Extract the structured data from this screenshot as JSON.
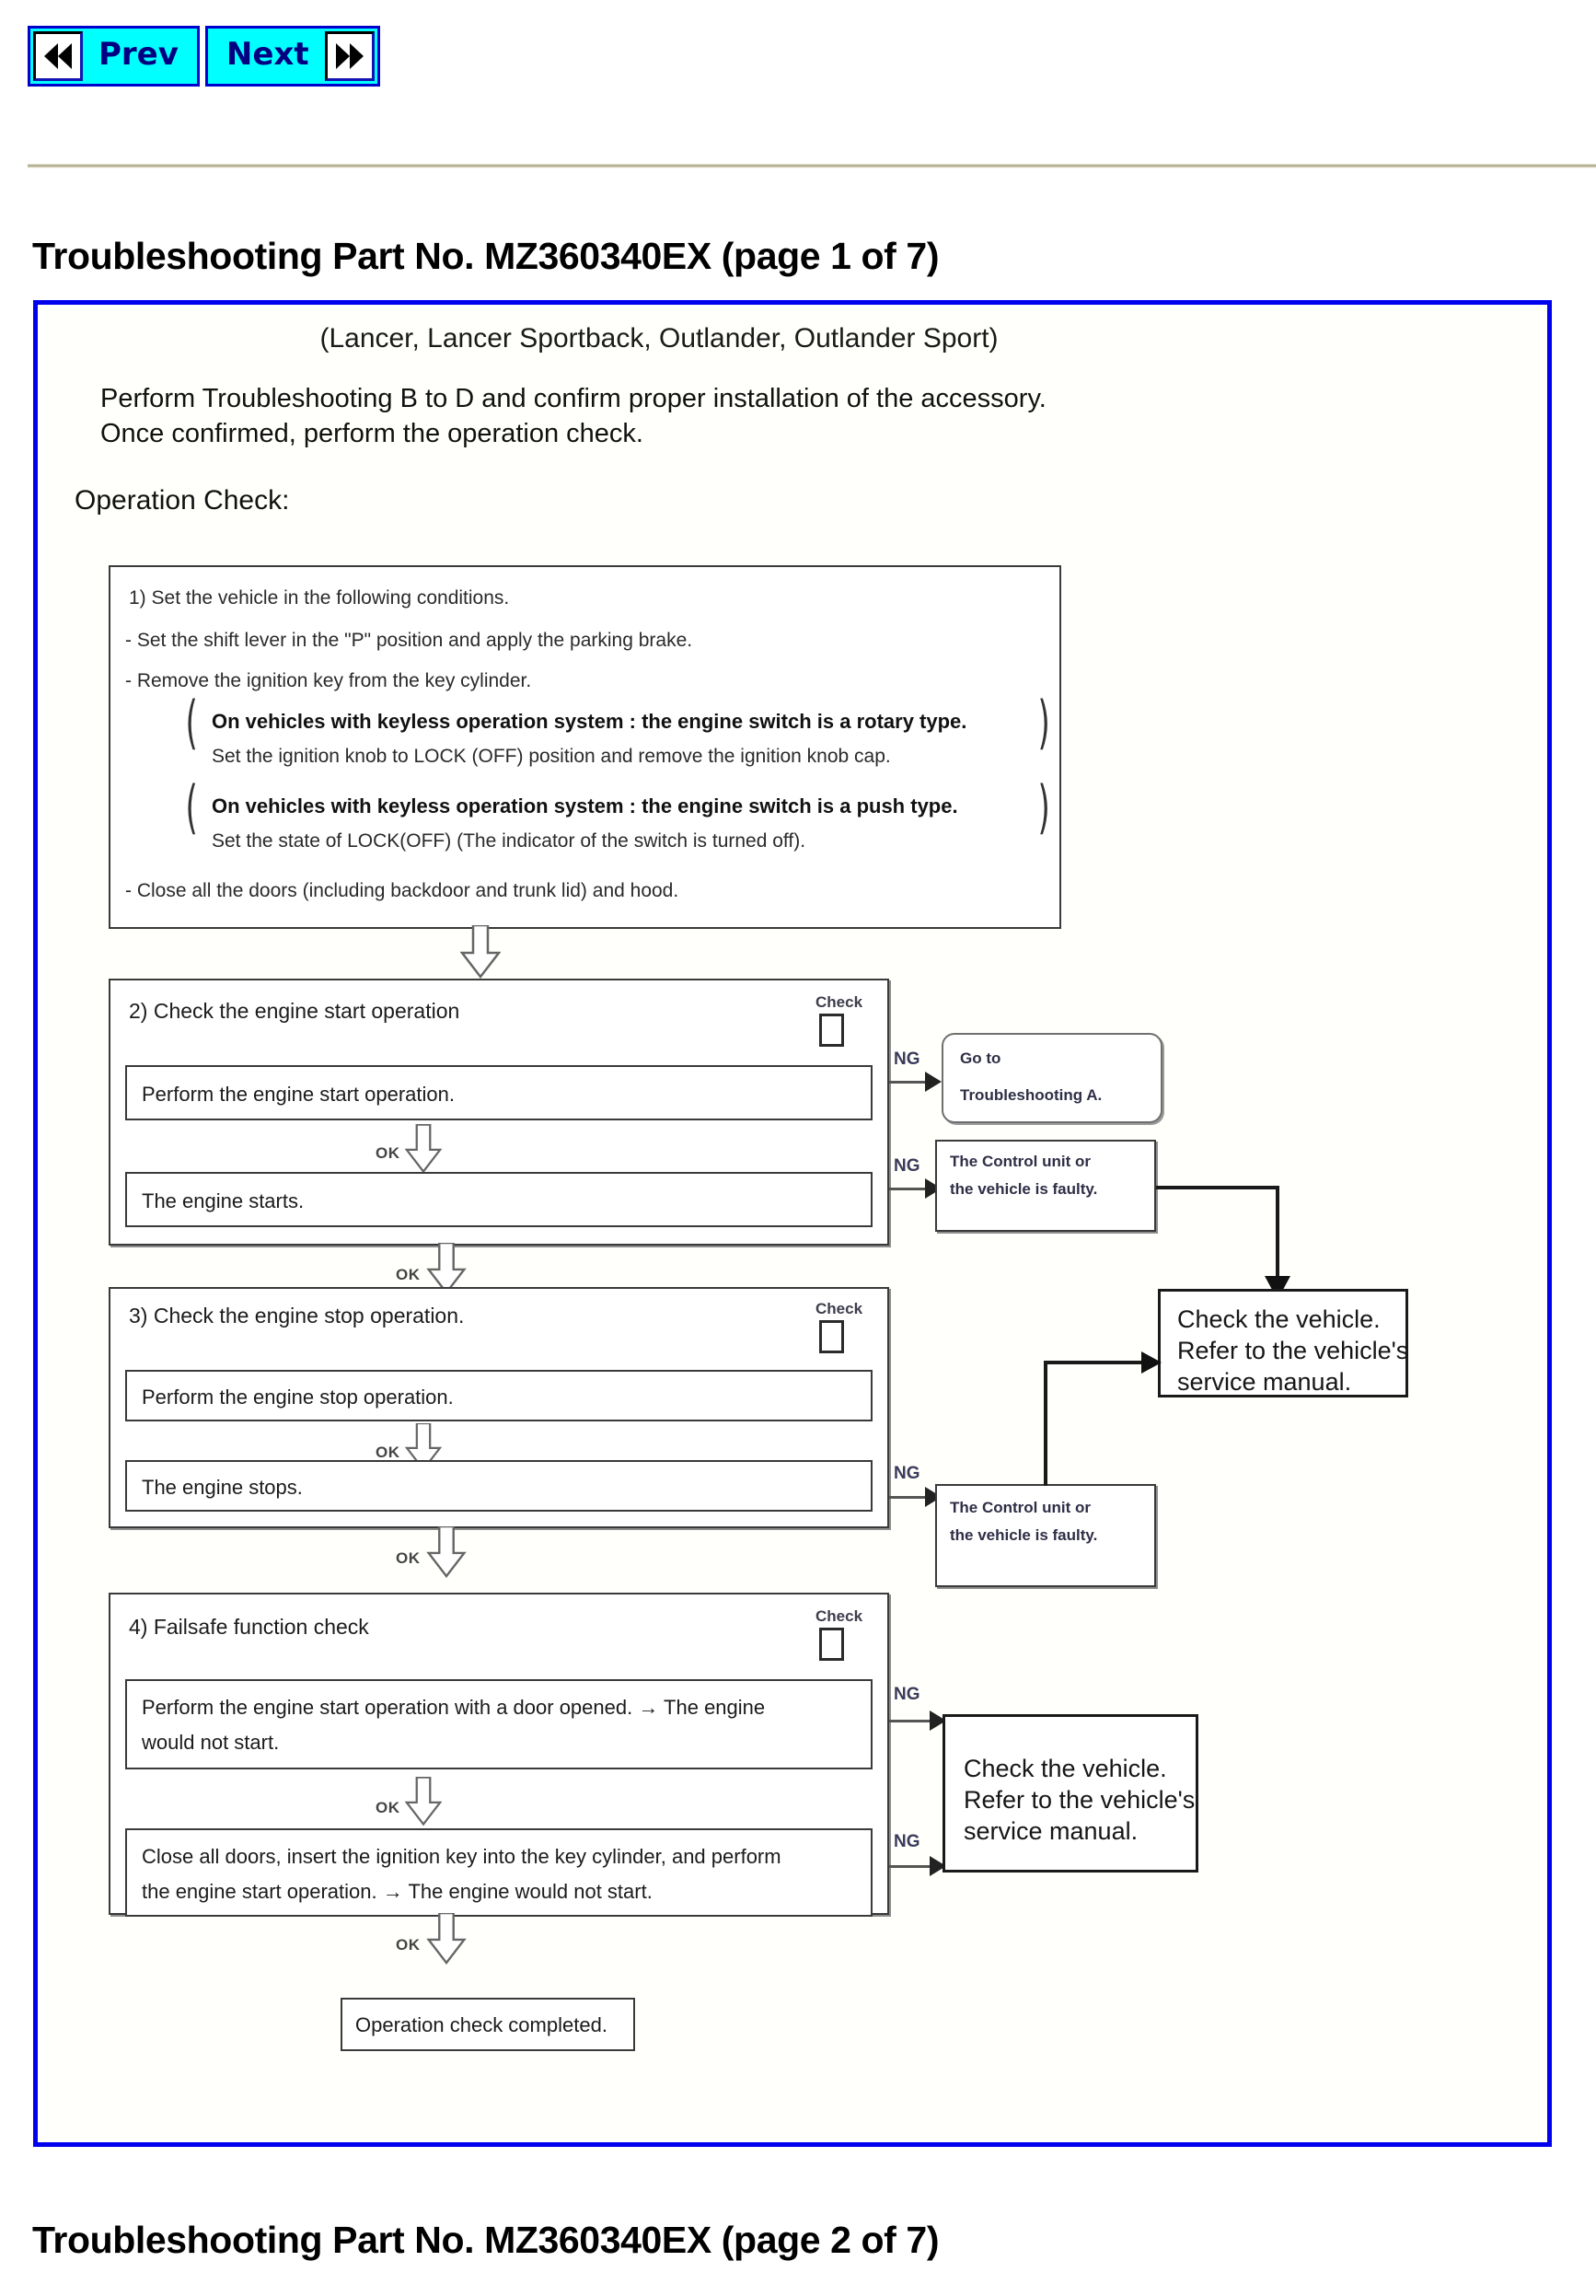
{
  "nav": {
    "prev_label": "Prev",
    "next_label": "Next",
    "first_icon": "skip-backward-icon",
    "last_icon": "skip-forward-icon"
  },
  "titles": {
    "top": "Troubleshooting Part No. MZ360340EX (page 1 of 7)",
    "bottom": "Troubleshooting Part No. MZ360340EX (page 2 of 7)"
  },
  "page": {
    "subtitle": "(Lancer, Lancer Sportback, Outlander, Outlander Sport)",
    "intro_line1": "Perform Troubleshooting B to D and confirm proper installation of the accessory.",
    "intro_line2": "Once confirmed, perform the operation check.",
    "operation_check_label": "Operation Check:"
  },
  "step1": {
    "heading": "1) Set the vehicle in the following conditions.",
    "bullet1": "- Set the shift lever in the \"P\" position and apply the parking brake.",
    "bullet2": "- Remove the ignition key from the key cylinder.",
    "group1_line1": "On vehicles with keyless operation system : the engine switch is a rotary type.",
    "group1_line2": "Set the ignition knob to LOCK (OFF) position and remove the ignition knob cap.",
    "group2_line1": "On vehicles with keyless operation system : the engine switch is a push type.",
    "group2_line2": "Set the state of LOCK(OFF) (The indicator of the switch is turned off).",
    "bullet3": "- Close all the doors (including backdoor and trunk lid) and hood."
  },
  "step2": {
    "title": "2) Check the engine start operation",
    "check_label": "Check",
    "action": "Perform the engine start operation.",
    "result": "The engine starts.",
    "ok_label_1": "OK",
    "ng_label_1": "NG",
    "ng_label_2": "NG",
    "ok_label_after": "OK"
  },
  "step3": {
    "title": "3) Check the engine stop operation.",
    "check_label": "Check",
    "action": "Perform the engine stop operation.",
    "result": "The engine stops.",
    "ok_label_1": "OK",
    "ng_label_1": "NG",
    "ok_label_after": "OK"
  },
  "step4": {
    "title": "4) Failsafe function check",
    "check_label": "Check",
    "action_line1": "Perform the engine start operation with a door opened. → The engine",
    "action_line2": "would not start.",
    "result_line1": "Close all doors, insert the ignition key into the key cylinder, and perform",
    "result_line2": "the engine start operation. → The engine would not start.",
    "ok_label_1": "OK",
    "ng_label_1": "NG",
    "ng_label_2": "NG",
    "ok_label_after": "OK"
  },
  "outcomes": {
    "goto_line1": "Go to",
    "goto_line2": "Troubleshooting A.",
    "faulty_line1": "The Control unit or",
    "faulty_line2": "the vehicle is faulty.",
    "check_vehicle_line1": "Check the vehicle.",
    "check_vehicle_line2": "Refer to the vehicle's",
    "check_vehicle_line3": "service manual.",
    "completed": "Operation check completed."
  },
  "colors": {
    "frame_blue": "#0000ee",
    "button_cyan": "#00ffff",
    "button_border": "#0000cc",
    "button_text": "#000080"
  }
}
